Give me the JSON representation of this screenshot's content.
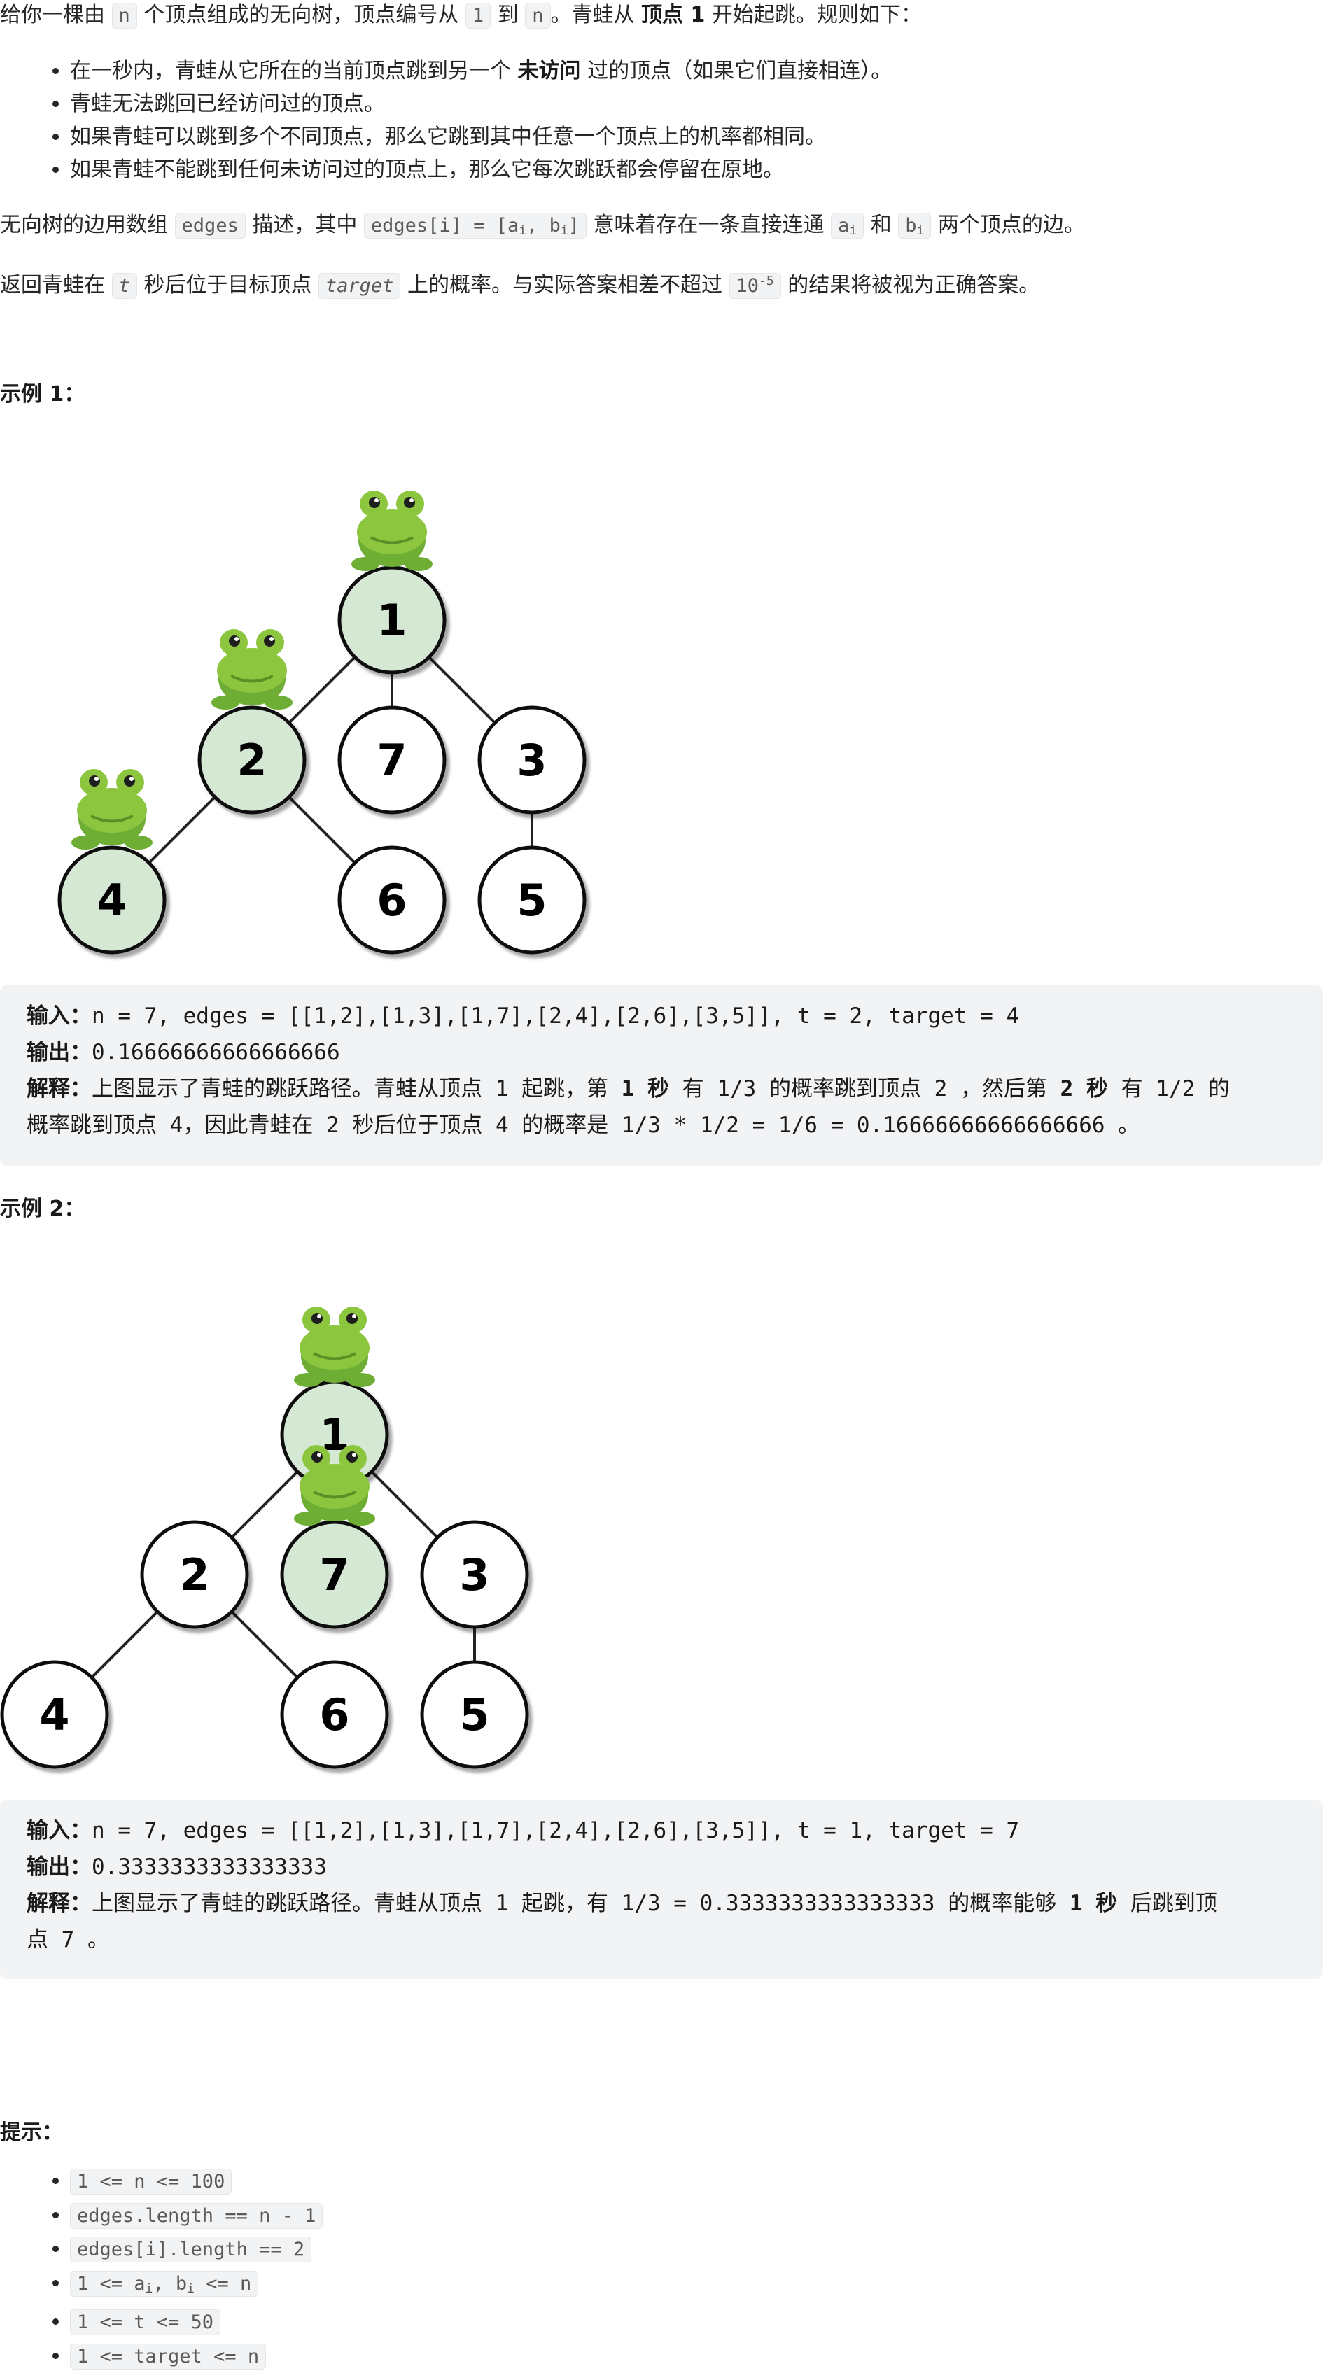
{
  "intro": {
    "p1": [
      "给你一棵由 ",
      "n",
      " 个顶点组成的无向树，顶点编号从 ",
      "1",
      " 到 ",
      "n",
      "。青蛙从 ",
      "顶点 1",
      " 开始起跳。规则如下："
    ],
    "rules": [
      [
        "在一秒内，青蛙从它所在的当前顶点跳到另一个 ",
        "未访问",
        " 过的顶点（如果它们直接相连）。"
      ],
      [
        "青蛙无法跳回已经访问过的顶点。"
      ],
      [
        "如果青蛙可以跳到多个不同顶点，那么它跳到其中任意一个顶点上的机率都相同。"
      ],
      [
        "如果青蛙不能跳到任何未访问过的顶点上，那么它每次跳跃都会停留在原地。"
      ]
    ],
    "p2": {
      "a": "无向树的边用数组 ",
      "code1": "edges",
      "b": " 描述，其中 ",
      "code2a": "edges[i] = [a",
      "code2s1": "i",
      "code2b": ", b",
      "code2s2": "i",
      "code2c": "]",
      "c": " 意味着存在一条直接连通 ",
      "ai": "a",
      "ai_s": "i",
      "d": " 和 ",
      "bi": "b",
      "bi_s": "i",
      "e": " 两个顶点的边。"
    },
    "p3": {
      "a": "返回青蛙在 ",
      "t": "t",
      "b": " 秒后位于目标顶点 ",
      "target": "target",
      "c": " 上的概率。与实际答案相差不超过 ",
      "pow_base": "10",
      "pow_exp": "-5",
      "d": " 的结果将被视为正确答案。"
    }
  },
  "example1": {
    "heading": "示例 1：",
    "tree": {
      "nodes": [
        "1",
        "2",
        "7",
        "3",
        "4",
        "6",
        "5"
      ],
      "highlighted": [
        "1",
        "2",
        "4"
      ],
      "frogs_on": [
        "1",
        "2",
        "4"
      ]
    },
    "input_label": "输入：",
    "input": "n = 7, edges = [[1,2],[1,3],[1,7],[2,4],[2,6],[3,5]], t = 2, target = 4",
    "output_label": "输出：",
    "output": "0.16666666666666666",
    "explain_label": "解释：",
    "explain_line1": "上图显示了青蛙的跳跃路径。青蛙从顶点 1 起跳，第 ",
    "explain_b1": "1 秒",
    "explain_mid": " 有 1/3 的概率跳到顶点 2 ，然后第 ",
    "explain_b2": "2 秒",
    "explain_end": " 有 1/2 的",
    "explain_line2": "概率跳到顶点 4，因此青蛙在 2 秒后位于顶点 4 的概率是 1/3 * 1/2 = 1/6 = 0.16666666666666666 。"
  },
  "example2": {
    "heading": "示例 2：",
    "tree": {
      "nodes": [
        "1",
        "2",
        "7",
        "3",
        "4",
        "6",
        "5"
      ],
      "highlighted": [
        "1",
        "7"
      ],
      "frogs_on": [
        "1",
        "7"
      ]
    },
    "input_label": "输入：",
    "input": "n = 7, edges = [[1,2],[1,3],[1,7],[2,4],[2,6],[3,5]], t = 1, target = 7",
    "output_label": "输出：",
    "output": "0.3333333333333333",
    "explain_label": "解释：",
    "explain_line1": "上图显示了青蛙的跳跃路径。青蛙从顶点 1 起跳，有 1/3 = 0.3333333333333333 的概率能够 ",
    "explain_b1": "1 秒",
    "explain_end": " 后跳到顶",
    "explain_line2": "点 7 。"
  },
  "hints": {
    "heading": "提示：",
    "items": [
      "1 <= n <= 100",
      "edges.length == n - 1",
      "edges[i].length == 2",
      "1 <= a_i, b_i <= n",
      "1 <= t <= 50",
      "1 <= target <= n"
    ],
    "item4": {
      "a": "1 <= a",
      "s1": "i",
      "b": ", b",
      "s2": "i",
      "c": " <= n"
    }
  },
  "colors": {
    "node_highlight": "#d5e8d4",
    "node_plain": "#ffffff",
    "frog": "#7fbf3f",
    "code_bg": "#f2f3f5"
  }
}
